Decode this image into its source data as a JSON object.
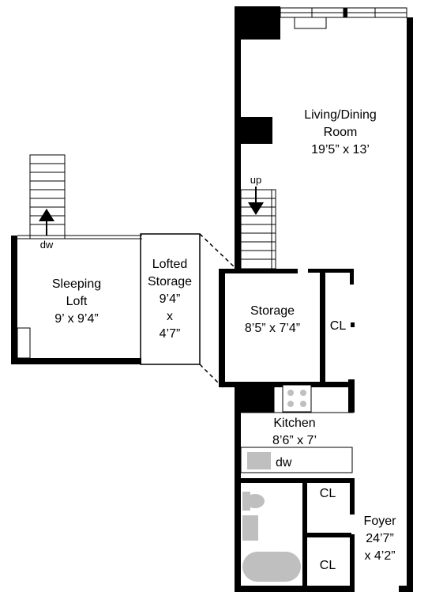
{
  "rooms": {
    "living": {
      "line1": "Living/Dining",
      "line2": "Room",
      "dims": "19’5” x 13’"
    },
    "sleeping_loft": {
      "line1": "Sleeping",
      "line2": "Loft",
      "dims": "9’ x 9’4”"
    },
    "lofted_storage": {
      "line1": "Lofted",
      "line2": "Storage",
      "dims1": "9’4”",
      "x": "x",
      "dims2": "4’7”"
    },
    "storage": {
      "line1": "Storage",
      "dims": "8’5” x 7’4”"
    },
    "kitchen": {
      "line1": "Kitchen",
      "dims": "8’6” x 7’"
    },
    "foyer": {
      "line1": "Foyer",
      "dims1": "24’7”",
      "dims2": "x 4’2”"
    }
  },
  "closets": {
    "storage_closet": "CL",
    "upper_closet": "CL",
    "lower_closet": "CL"
  },
  "stairs": {
    "up_label": "up",
    "down_label": "dw"
  },
  "appliances": {
    "dishwasher": "dw"
  },
  "colors": {
    "wall": "#000000",
    "fixture": "#bfbfbf",
    "background": "#ffffff"
  }
}
